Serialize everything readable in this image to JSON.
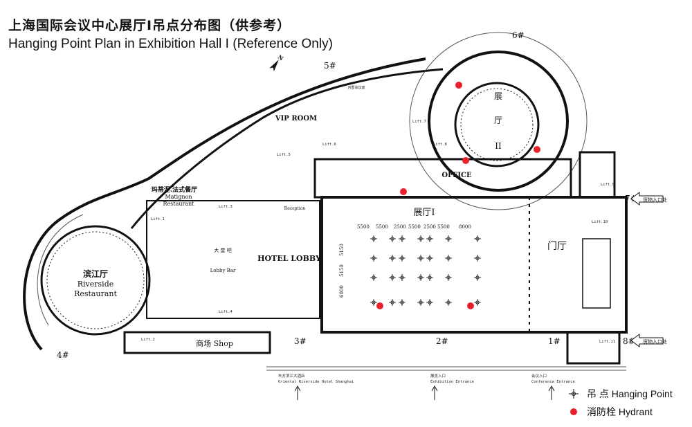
{
  "title": {
    "cn": "上海国际会议中心展厅Ⅰ吊点分布图（供参考）",
    "en": "Hanging Point Plan in Exhibition Hall I (Reference Only)"
  },
  "rooms": {
    "riverside_cn": "滨江厅",
    "riverside_en1": "Riverside",
    "riverside_en2": "Restaurant",
    "matignon_cn": "玛蒂涅.法式餐厅",
    "matignon_en1": "Matignon",
    "matignon_en2": "Restaurant",
    "vip": "VIP ROOM",
    "lobby": "HOTEL LOBBY",
    "lobby_bar_cn": "大 堂 吧",
    "lobby_bar_en": "Lobby Bar",
    "office": "OFFICE",
    "hall1": "展厅Ⅰ",
    "hall2_cn": "展",
    "hall2_cn2": "厅",
    "hall2_num": "II",
    "gate_hall": "门厅",
    "shop": "商场  Shop",
    "reception": "Reception",
    "neibu": "内部会议室"
  },
  "lifts": [
    "Lift.1",
    "Lift.2",
    "Lift.3",
    "Lift.4",
    "Lift.5",
    "Lift.6",
    "Lift.7",
    "Lift.8",
    "Lift.9",
    "Lift.10",
    "Lift.11"
  ],
  "entrances": {
    "e1": "1#",
    "e2": "2#",
    "e3": "3#",
    "e4": "4#",
    "e5": "5#",
    "e6": "6#",
    "e7": "7#",
    "e8": "8#",
    "cargo": "货物入口处",
    "hotel_cn": "东方滨江大酒店",
    "hotel_en": "Oriental Riverside Hotel Shanghai",
    "exhib_cn": "展览入口",
    "exhib_en": "Exhibition Entrance",
    "conf_cn": "会议入口",
    "conf_en": "Conference Entrance"
  },
  "dimensions": {
    "horizontal": [
      "5500",
      "5500",
      "2500",
      "5500",
      "2500",
      "5500",
      "8000"
    ],
    "vertical": [
      "5150",
      "5150",
      "6000"
    ]
  },
  "legend": {
    "hanging": "吊   点 Hanging Point",
    "hydrant": "消防栓 Hydrant"
  },
  "colors": {
    "hydrant": "#e8202a",
    "walls": "#111111"
  }
}
